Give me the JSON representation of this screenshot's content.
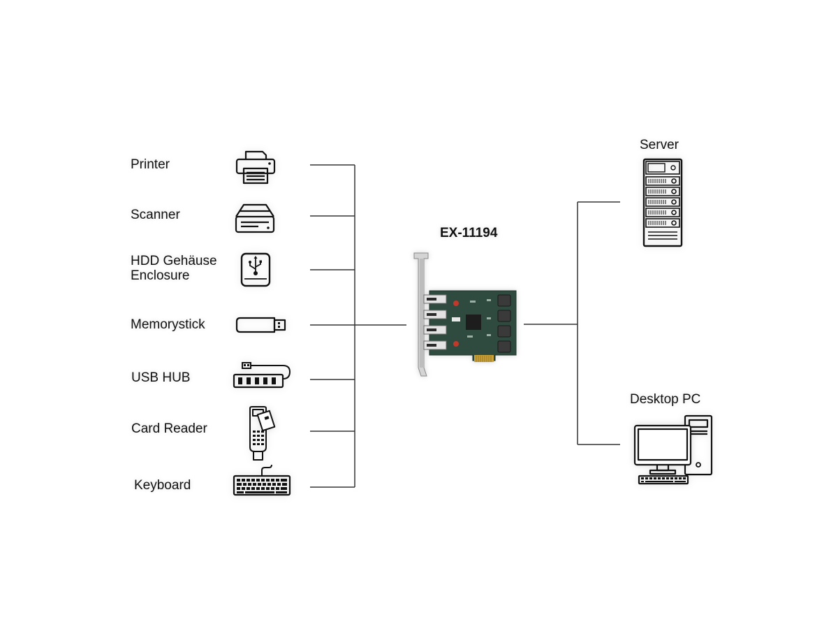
{
  "card": {
    "model": "EX-11194"
  },
  "devices": [
    {
      "label": "Printer",
      "icon": "printer-icon"
    },
    {
      "label": "Scanner",
      "icon": "scanner-icon"
    },
    {
      "label": "HDD Gehäuse\nEnclosure",
      "icon": "hdd-enclosure-icon"
    },
    {
      "label": "Memorystick",
      "icon": "usb-stick-icon"
    },
    {
      "label": "USB HUB",
      "icon": "usb-hub-icon"
    },
    {
      "label": "Card Reader",
      "icon": "card-reader-icon"
    },
    {
      "label": "Keyboard",
      "icon": "keyboard-icon"
    }
  ],
  "hosts": [
    {
      "label": "Server",
      "icon": "server-icon"
    },
    {
      "label": "Desktop PC",
      "icon": "desktop-pc-icon"
    }
  ],
  "colors": {
    "line": "#333333",
    "icon": "#111111",
    "pcb": "#2f4a3e",
    "gold": "#c9a23a",
    "bracket": "#cfcfcf"
  }
}
